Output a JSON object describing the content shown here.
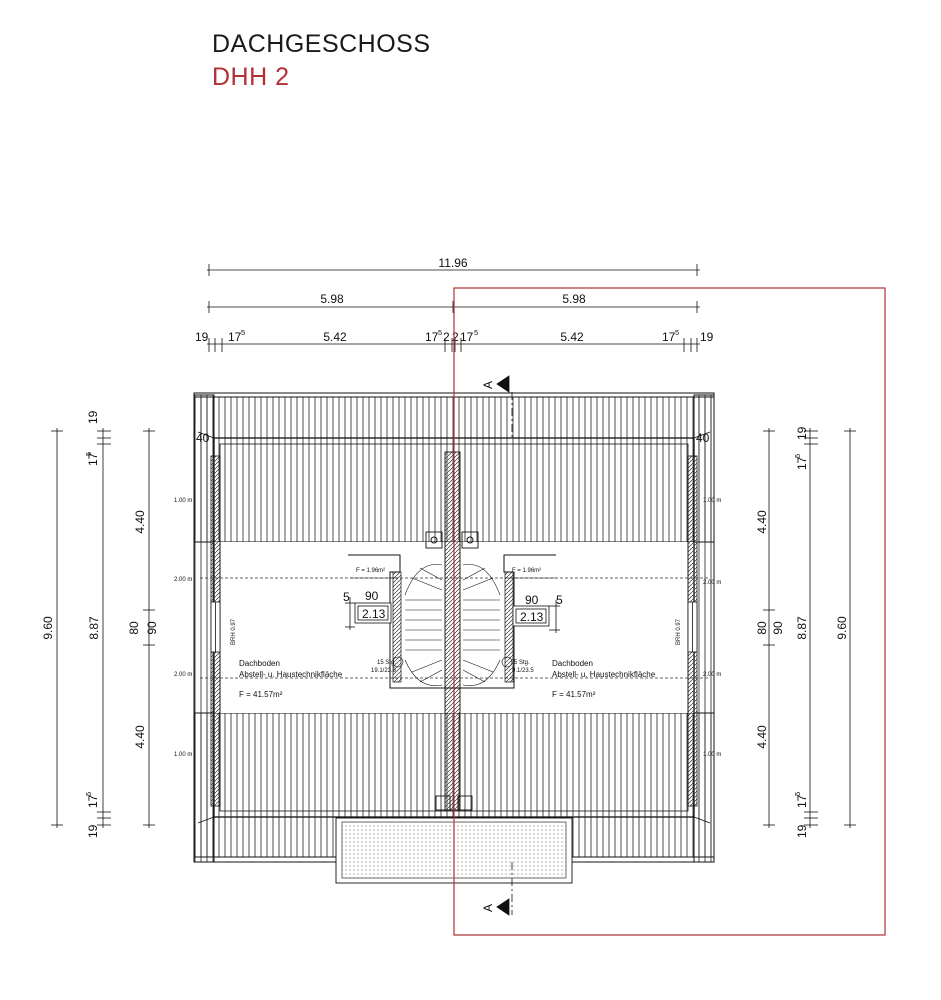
{
  "titles": {
    "main": "DACHGESCHOSS",
    "sub": "DHH 2"
  },
  "colors": {
    "highlight": "#b03035",
    "lines": "#111111"
  },
  "dims": {
    "top": {
      "total": "11.96",
      "half_left": "5.98",
      "half_right": "5.98",
      "seg": [
        "19",
        "17",
        "5",
        "5.42",
        "17",
        "5",
        "2",
        "2",
        "17",
        "5",
        "5.42",
        "17",
        "5",
        "19"
      ]
    },
    "left": {
      "total": "9.60",
      "mid": "8.87",
      "upper": "4.40",
      "lower": "4.40",
      "c80": "80",
      "c90": "90",
      "t19": "19",
      "t17": "17",
      "t5": "5",
      "b19": "19",
      "b17": "17",
      "b5": "5"
    },
    "right": {
      "total": "9.60",
      "mid": "8.87",
      "upper": "4.40",
      "lower": "4.40",
      "c80": "80",
      "c90": "90",
      "t19": "19",
      "t17": "17",
      "t5": "5",
      "b19": "19",
      "b17": "17",
      "b5": "5"
    }
  },
  "plan": {
    "wall_left": "40",
    "wall_right": "40",
    "height_lines": {
      "l100a": "1.00 m",
      "l200a": "2.00 m",
      "l200b": "2.00 m",
      "l100b": "1.00 m",
      "r100a": "1.00 m",
      "r200a": "2.00 m",
      "r200b": "2.00 m",
      "r100b": "1.00 m"
    },
    "brh_left": "BRH 0.97",
    "brh_right": "BRH 0.97",
    "window_left": {
      "area": "F = 1.96m²",
      "five": "5",
      "width": "90",
      "height": "2.13"
    },
    "window_right": {
      "area": "F = 1.96m²",
      "five": "5",
      "width": "90",
      "height": "2.13"
    },
    "stair_left": {
      "steps": "15 Stg.",
      "ratio": "19.1/23.5"
    },
    "stair_right": {
      "steps": "5 Stg.",
      "ratio": "9.1/23.5"
    },
    "room_left": {
      "name": "Dachboden",
      "use": "Abstell- u. Haustechnikfläche",
      "area": "F = 41.57m²"
    },
    "room_right": {
      "name": "Dachboden",
      "use": "Abstell- u. Haustechnikfläche",
      "area": "F = 41.57m²"
    },
    "section_top": "A",
    "section_bottom": "A"
  }
}
